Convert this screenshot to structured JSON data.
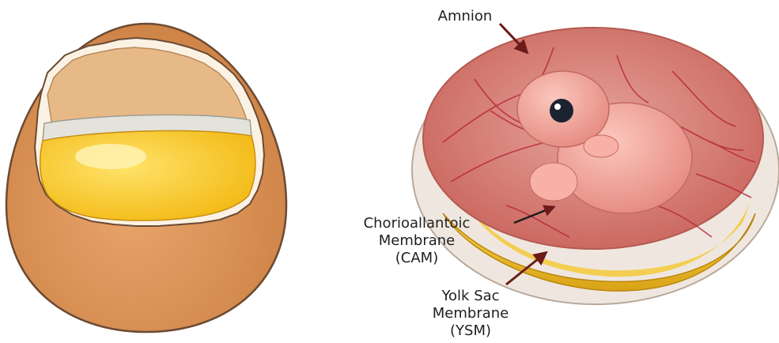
{
  "diagram": {
    "labels": {
      "amnion": [
        "Amnion"
      ],
      "cam": [
        "Chorioallantoic",
        "Membrane",
        "(CAM)"
      ],
      "ysm": [
        "Yolk Sac",
        "Membrane",
        "(YSM)"
      ]
    },
    "icons": [
      "cracked-eggshell-illustration",
      "chick-embryo-illustration"
    ],
    "colors": {
      "shell": "#d9935a",
      "shell_inner": "#e7b987",
      "yolk": "#f7c81e",
      "amnion": "#d97d72",
      "vessels": "#b8283a",
      "embryo": "#f1a196",
      "arrow": "#6d1a1a"
    }
  }
}
